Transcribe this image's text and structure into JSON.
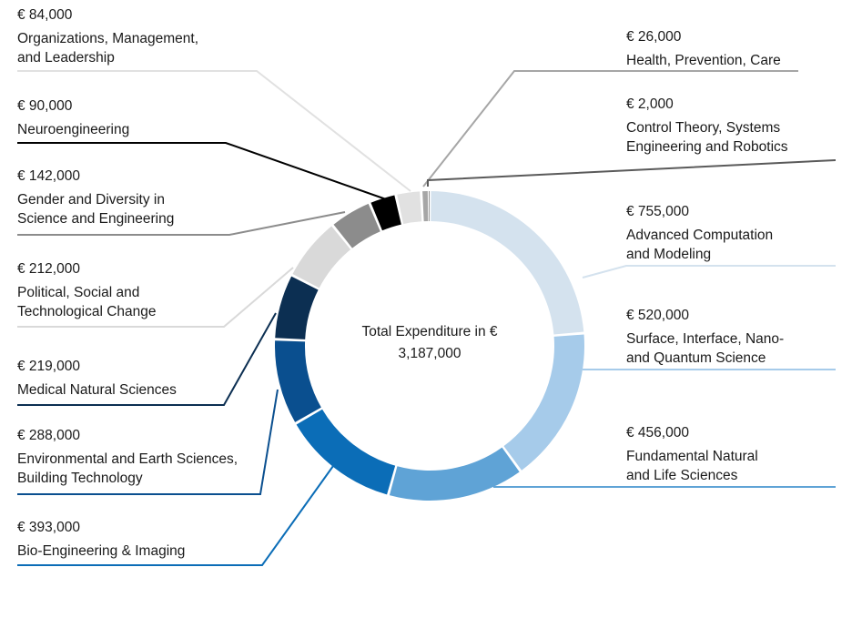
{
  "chart_data": {
    "type": "pie",
    "center_title": "Total Expenditure in €",
    "center_value": "3,187,000",
    "slices": [
      {
        "amount": "€ 755,000",
        "value": 755000,
        "name": "Advanced Computation\nand Modeling",
        "color": "#d4e2ee"
      },
      {
        "amount": "€ 520,000",
        "value": 520000,
        "name": "Surface, Interface, Nano-\nand Quantum Science",
        "color": "#a6cbea"
      },
      {
        "amount": "€ 456,000",
        "value": 456000,
        "name": "Fundamental Natural\nand Life Sciences",
        "color": "#5fa3d6"
      },
      {
        "amount": "€ 393,000",
        "value": 393000,
        "name": "Bio-Engineering & Imaging",
        "color": "#0b6db7"
      },
      {
        "amount": "€ 288,000",
        "value": 288000,
        "name": "Environmental and Earth Sciences,\nBuilding Technology",
        "color": "#0a4f8f"
      },
      {
        "amount": "€ 219,000",
        "value": 219000,
        "name": "Medical Natural Sciences",
        "color": "#0c2f52"
      },
      {
        "amount": "€ 212,000",
        "value": 212000,
        "name": "Political, Social and\nTechnological Change",
        "color": "#d9d9d9"
      },
      {
        "amount": "€ 142,000",
        "value": 142000,
        "name": "Gender and Diversity in\nScience and Engineering",
        "color": "#8c8c8c"
      },
      {
        "amount": "€ 90,000",
        "value": 90000,
        "name": "Neuroengineering",
        "color": "#000000"
      },
      {
        "amount": "€ 84,000",
        "value": 84000,
        "name": "Organizations, Management,\nand Leadership",
        "color": "#e1e1e1"
      },
      {
        "amount": "€ 26,000",
        "value": 26000,
        "name": "Health, Prevention, Care",
        "color": "#a6a6a6"
      },
      {
        "amount": "€ 2,000",
        "value": 2000,
        "name": "Control Theory, Systems\nEngineering and Robotics",
        "color": "#5a5a5a"
      }
    ]
  }
}
